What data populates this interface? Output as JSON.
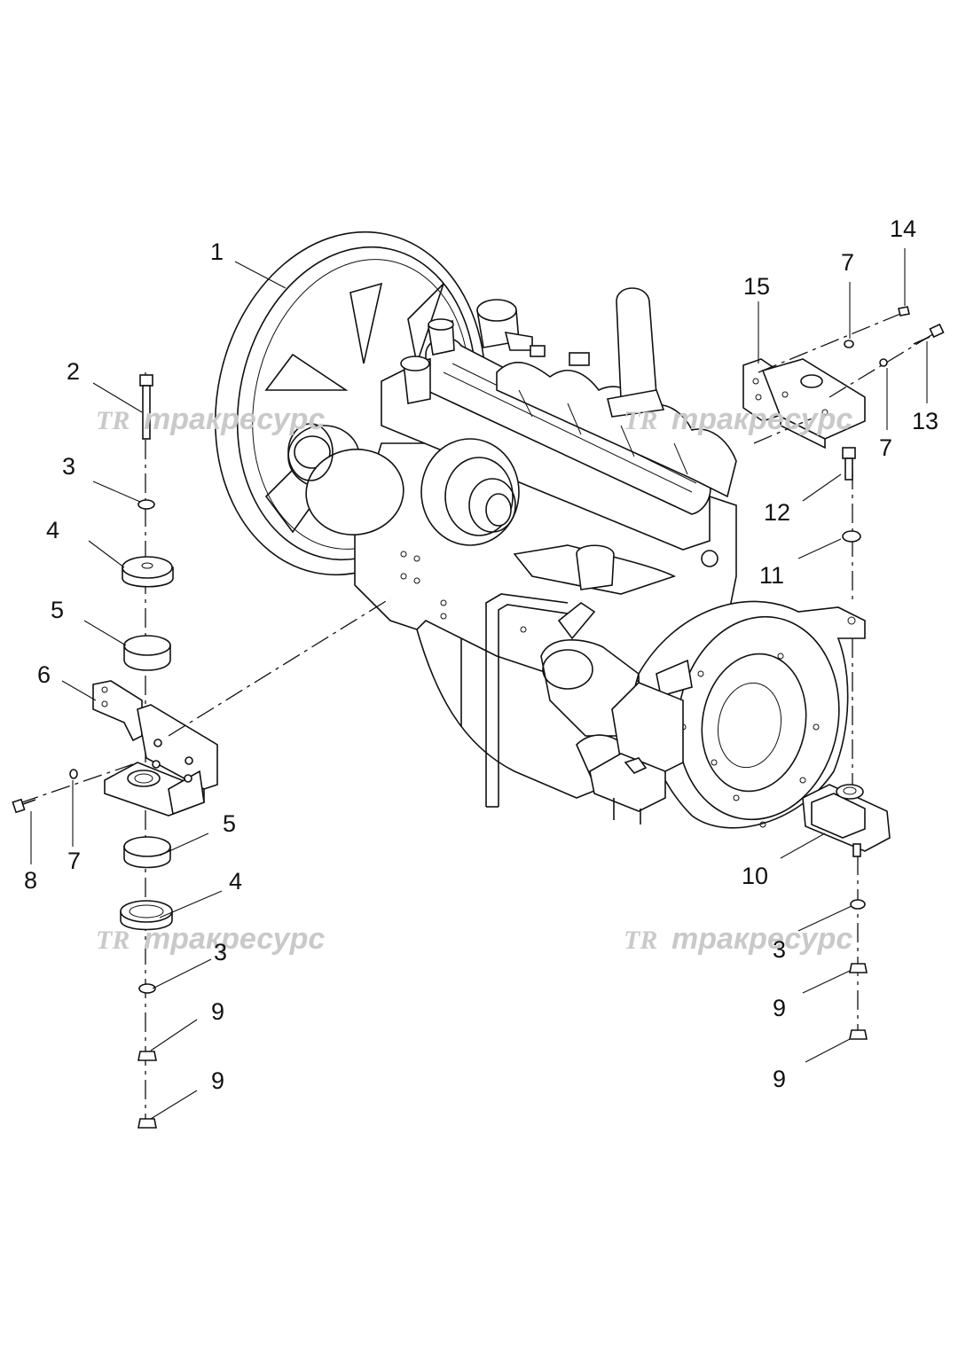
{
  "callouts": [
    {
      "id": "c1",
      "text": "1"
    },
    {
      "id": "c2",
      "text": "2"
    },
    {
      "id": "c3a",
      "text": "3"
    },
    {
      "id": "c4a",
      "text": "4"
    },
    {
      "id": "c5a",
      "text": "5"
    },
    {
      "id": "c6",
      "text": "6"
    },
    {
      "id": "c7a",
      "text": "7"
    },
    {
      "id": "c8",
      "text": "8"
    },
    {
      "id": "c5b",
      "text": "5"
    },
    {
      "id": "c4b",
      "text": "4"
    },
    {
      "id": "c3b",
      "text": "3"
    },
    {
      "id": "c9a",
      "text": "9"
    },
    {
      "id": "c9b",
      "text": "9"
    },
    {
      "id": "c15",
      "text": "15"
    },
    {
      "id": "c7b",
      "text": "7"
    },
    {
      "id": "c14",
      "text": "14"
    },
    {
      "id": "c13",
      "text": "13"
    },
    {
      "id": "c7c",
      "text": "7"
    },
    {
      "id": "c12",
      "text": "12"
    },
    {
      "id": "c11",
      "text": "11"
    },
    {
      "id": "c10",
      "text": "10"
    },
    {
      "id": "c3c",
      "text": "3"
    },
    {
      "id": "c9c",
      "text": "9"
    },
    {
      "id": "c9d",
      "text": "9"
    }
  ],
  "watermark": {
    "logo": "TR",
    "text": "тракресурс"
  },
  "colors": {
    "line": "#111111",
    "watermark": "#c9c9c9",
    "background": "#ffffff"
  }
}
